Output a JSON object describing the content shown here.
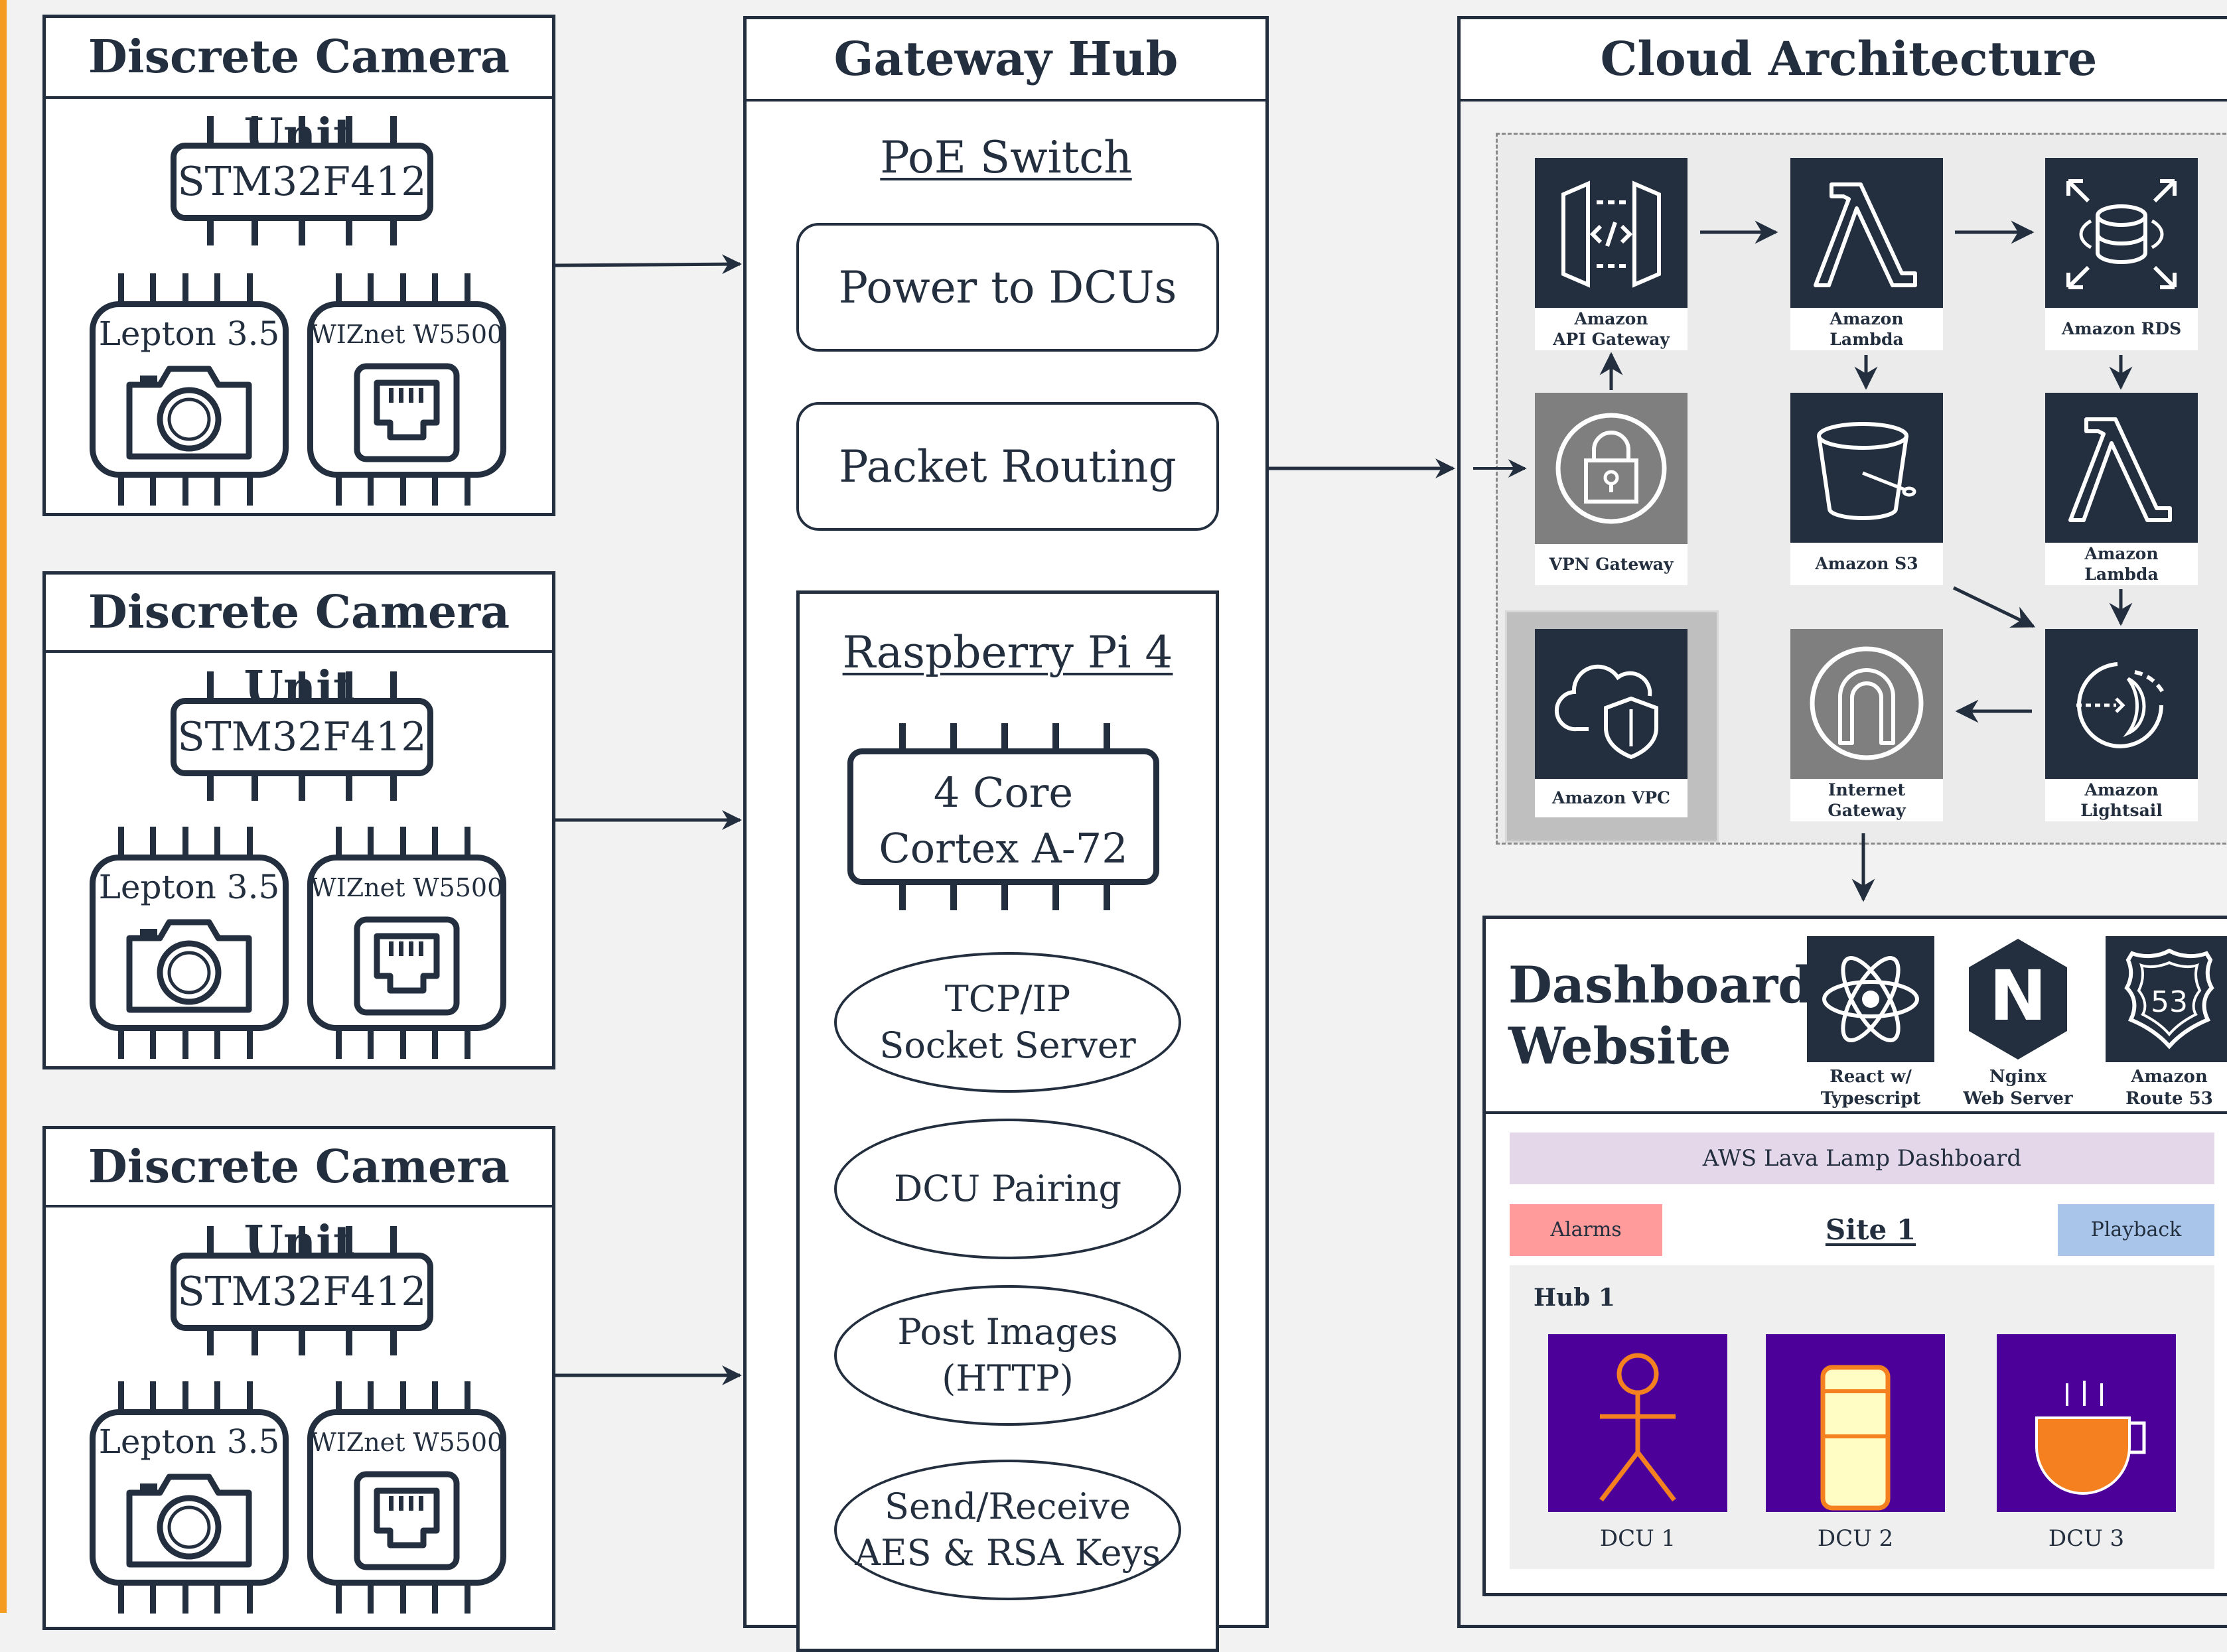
{
  "dcu_units": [
    {
      "title": "Discrete Camera Unit",
      "mcu": "STM32F412",
      "sensor": "Lepton 3.5",
      "net": "WIZnet W5500"
    },
    {
      "title": "Discrete Camera Unit",
      "mcu": "STM32F412",
      "sensor": "Lepton 3.5",
      "net": "WIZnet W5500"
    },
    {
      "title": "Discrete Camera Unit",
      "mcu": "STM32F412",
      "sensor": "Lepton 3.5",
      "net": "WIZnet W5500"
    }
  ],
  "gateway": {
    "title": "Gateway Hub",
    "poe_title": "PoE Switch",
    "poe_items": [
      "Power to DCUs",
      "Packet Routing"
    ],
    "rpi_title": "Raspberry Pi 4",
    "cpu_line1": "4 Core",
    "cpu_line2": "Cortex A-72",
    "services": [
      {
        "l1": "TCP/IP",
        "l2": "Socket Server"
      },
      {
        "l1": "DCU Pairing",
        "l2": ""
      },
      {
        "l1": "Post Images",
        "l2": "(HTTP)"
      },
      {
        "l1": "Send/Receive",
        "l2": "AES & RSA Keys"
      }
    ]
  },
  "cloud": {
    "title": "Cloud Architecture",
    "services": {
      "api_l1": "Amazon",
      "api_l2": "API Gateway",
      "lambda1": "Amazon Lambda",
      "rds": "Amazon RDS",
      "vpn": "VPN Gateway",
      "s3": "Amazon S3",
      "lambda2": "Amazon Lambda",
      "vpc": "Amazon VPC",
      "igw_l1": "Internet",
      "igw_l2": "Gateway",
      "lightsail_l1": "Amazon",
      "lightsail_l2": "Lightsail"
    },
    "colors": {
      "aws_dark": "#232f3e",
      "aws_gray": "#7f7f7f"
    }
  },
  "dashboard": {
    "title_l1": "Dashboard",
    "title_l2": "Website",
    "tech": [
      {
        "l1": "React w/",
        "l2": "Typescript",
        "icon": "react-icon"
      },
      {
        "l1": "Nginx",
        "l2": "Web Server",
        "icon": "nginx-icon"
      },
      {
        "l1": "Amazon",
        "l2": "Route 53",
        "icon": "route53-icon"
      }
    ],
    "route53_badge": "53",
    "nginx_letter": "N",
    "mock": {
      "header": "AWS Lava Lamp Dashboard",
      "alarms": "Alarms",
      "site": "Site 1",
      "playback": "Playback",
      "hub": "Hub 1",
      "dcus": [
        "DCU 1",
        "DCU 2",
        "DCU 3"
      ]
    },
    "colors": {
      "header": "#e4d7ea",
      "alarms": "#ff9b9b",
      "playback": "#a9c6ea",
      "tile": "#4d0099",
      "orange": "#f4801f",
      "cream": "#fffdc4"
    }
  }
}
